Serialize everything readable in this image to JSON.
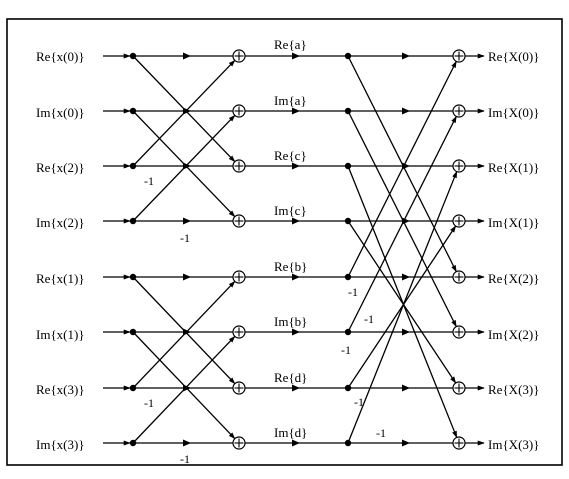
{
  "inputs": [
    "Re{x(0)}",
    "Im{x(0)}",
    "Re{x(2)}",
    "Im{x(2)}",
    "Re{x(1)}",
    "Im{x(1)}",
    "Re{x(3)}",
    "Im{x(3)}"
  ],
  "intermediates": [
    "Re{a}",
    "Im{a}",
    "Re{c}",
    "Im{c}",
    "Re{b}",
    "Im{b}",
    "Re{d}",
    "Im{d}"
  ],
  "outputs": [
    "Re{X(0)}",
    "Im{X(0)}",
    "Re{X(1)}",
    "Im{X(1)}",
    "Re{X(2)}",
    "Im{X(2)}",
    "Re{X(3)}",
    "Im{X(3)}"
  ],
  "negation_label": "-1",
  "stage1_negations": [
    "-1",
    "-1",
    "-1",
    "-1"
  ],
  "stage2_negations": [
    "-1",
    "-1",
    "-1",
    "-1",
    "-1"
  ]
}
